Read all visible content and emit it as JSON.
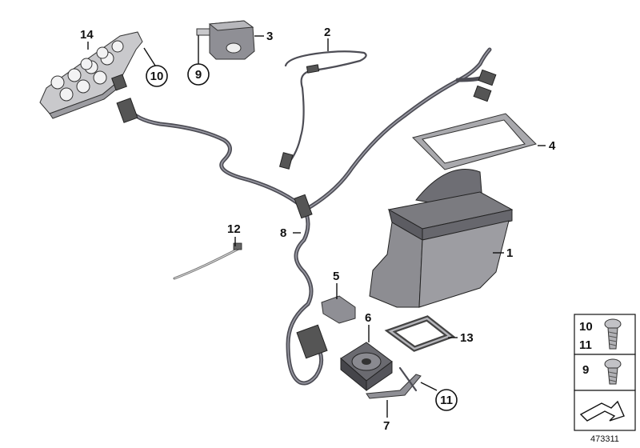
{
  "callouts": {
    "c1": "1",
    "c2": "2",
    "c3": "3",
    "c4": "4",
    "c5": "5",
    "c6": "6",
    "c7": "7",
    "c8": "8",
    "c9_circle": "9",
    "c10_circle": "10",
    "c11_circle": "11",
    "c12": "12",
    "c13": "13",
    "c14": "14"
  },
  "legend": {
    "row1_top": "10",
    "row1_bottom": "11",
    "row2": "9"
  },
  "document_number": "473311"
}
